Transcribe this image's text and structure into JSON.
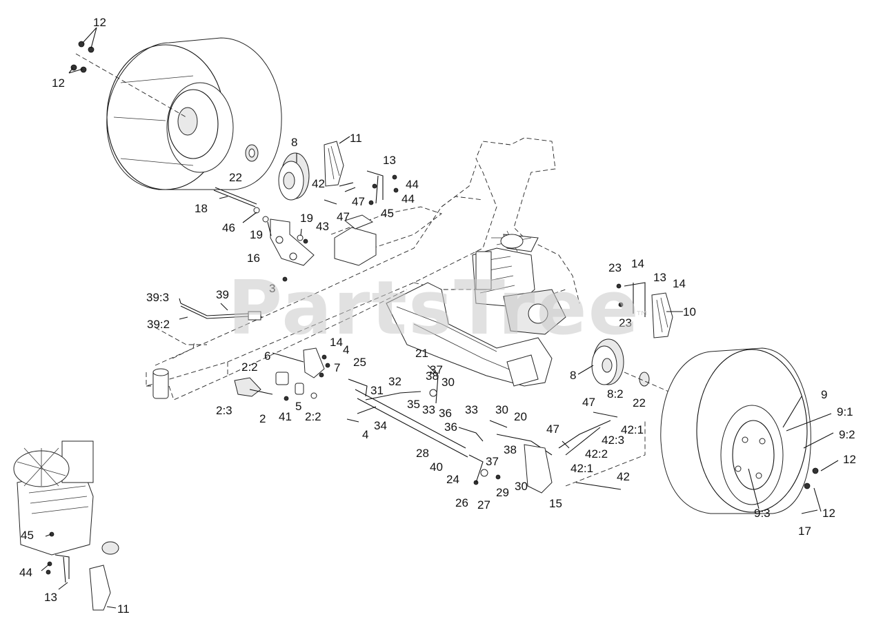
{
  "watermark": {
    "text": "PartsTree",
    "trademark": "™"
  },
  "callouts": [
    {
      "id": "12",
      "label": "12"
    },
    {
      "id": "12b",
      "label": "12"
    },
    {
      "id": "8",
      "label": "8"
    },
    {
      "id": "11",
      "label": "11"
    },
    {
      "id": "22",
      "label": "22"
    },
    {
      "id": "13",
      "label": "13"
    },
    {
      "id": "42",
      "label": "42"
    },
    {
      "id": "44a",
      "label": "44"
    },
    {
      "id": "44b",
      "label": "44"
    },
    {
      "id": "47a",
      "label": "47"
    },
    {
      "id": "45",
      "label": "45"
    },
    {
      "id": "47b",
      "label": "47"
    },
    {
      "id": "18",
      "label": "18"
    },
    {
      "id": "46",
      "label": "46"
    },
    {
      "id": "19a",
      "label": "19"
    },
    {
      "id": "19b",
      "label": "19"
    },
    {
      "id": "43",
      "label": "43"
    },
    {
      "id": "16",
      "label": "16"
    },
    {
      "id": "3",
      "label": "3"
    },
    {
      "id": "39-3",
      "label": "39:3"
    },
    {
      "id": "39",
      "label": "39"
    },
    {
      "id": "39-2",
      "label": "39:2"
    },
    {
      "id": "23a",
      "label": "23"
    },
    {
      "id": "14a",
      "label": "14"
    },
    {
      "id": "13b",
      "label": "13"
    },
    {
      "id": "14b",
      "label": "14"
    },
    {
      "id": "23b",
      "label": "23"
    },
    {
      "id": "10",
      "label": "10"
    },
    {
      "id": "14c",
      "label": "14"
    },
    {
      "id": "4a",
      "label": "4"
    },
    {
      "id": "6",
      "label": "6"
    },
    {
      "id": "2-2a",
      "label": "2:2"
    },
    {
      "id": "7",
      "label": "7"
    },
    {
      "id": "25",
      "label": "25"
    },
    {
      "id": "21",
      "label": "21"
    },
    {
      "id": "38a",
      "label": "38"
    },
    {
      "id": "37a",
      "label": "37"
    },
    {
      "id": "30a",
      "label": "30"
    },
    {
      "id": "32",
      "label": "32"
    },
    {
      "id": "31",
      "label": "31"
    },
    {
      "id": "35",
      "label": "35"
    },
    {
      "id": "33a",
      "label": "33"
    },
    {
      "id": "36a",
      "label": "36"
    },
    {
      "id": "8b",
      "label": "8"
    },
    {
      "id": "8-2",
      "label": "8:2"
    },
    {
      "id": "22b",
      "label": "22"
    },
    {
      "id": "9",
      "label": "9"
    },
    {
      "id": "9-1",
      "label": "9:1"
    },
    {
      "id": "9-2",
      "label": "9:2"
    },
    {
      "id": "2-3",
      "label": "2:3"
    },
    {
      "id": "2",
      "label": "2"
    },
    {
      "id": "41",
      "label": "41"
    },
    {
      "id": "5",
      "label": "5"
    },
    {
      "id": "2-2b",
      "label": "2:2"
    },
    {
      "id": "4b",
      "label": "4"
    },
    {
      "id": "34",
      "label": "34"
    },
    {
      "id": "33b",
      "label": "33"
    },
    {
      "id": "30b",
      "label": "30"
    },
    {
      "id": "20",
      "label": "20"
    },
    {
      "id": "47c",
      "label": "47"
    },
    {
      "id": "42-1a",
      "label": "42:1"
    },
    {
      "id": "36b",
      "label": "36"
    },
    {
      "id": "47d",
      "label": "47"
    },
    {
      "id": "42-3",
      "label": "42:3"
    },
    {
      "id": "42-2",
      "label": "42:2"
    },
    {
      "id": "38b",
      "label": "38"
    },
    {
      "id": "28",
      "label": "28"
    },
    {
      "id": "37b",
      "label": "37"
    },
    {
      "id": "42-1b",
      "label": "42:1"
    },
    {
      "id": "40",
      "label": "40"
    },
    {
      "id": "24",
      "label": "24"
    },
    {
      "id": "42b",
      "label": "42"
    },
    {
      "id": "29",
      "label": "29"
    },
    {
      "id": "30c",
      "label": "30"
    },
    {
      "id": "12c",
      "label": "12"
    },
    {
      "id": "26",
      "label": "26"
    },
    {
      "id": "27",
      "label": "27"
    },
    {
      "id": "15",
      "label": "15"
    },
    {
      "id": "12d",
      "label": "12"
    },
    {
      "id": "9-3",
      "label": "9:3"
    },
    {
      "id": "17",
      "label": "17"
    },
    {
      "id": "45b",
      "label": "45"
    },
    {
      "id": "44c",
      "label": "44"
    },
    {
      "id": "13c",
      "label": "13"
    },
    {
      "id": "11b",
      "label": "11"
    }
  ]
}
